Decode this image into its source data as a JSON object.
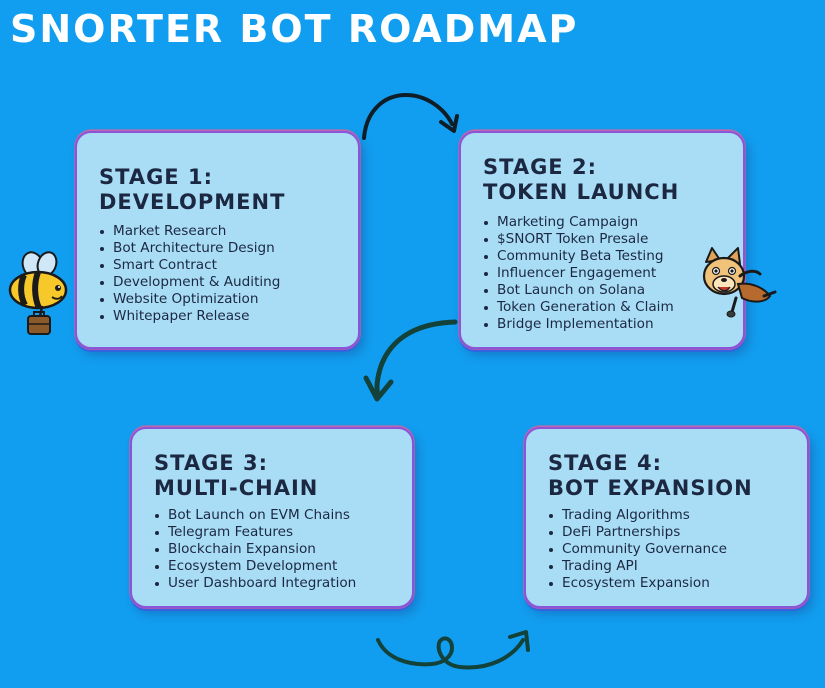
{
  "title": "SNORTER BOT ROADMAP",
  "stages": [
    {
      "title_line1": "STAGE 1:",
      "title_line2": "DEVELOPMENT",
      "items": [
        "Market Research",
        "Bot Architecture Design",
        "Smart Contract",
        "Development & Auditing",
        "Website Optimization",
        "Whitepaper Release"
      ]
    },
    {
      "title_line1": "STAGE 2:",
      "title_line2": "TOKEN LAUNCH",
      "items": [
        "Marketing Campaign",
        "$SNORT Token Presale",
        "Community Beta Testing",
        "Influencer Engagement",
        "Bot Launch on Solana",
        "Token Generation & Claim",
        "Bridge Implementation"
      ]
    },
    {
      "title_line1": "STAGE 3:",
      "title_line2": "MULTI-CHAIN",
      "items": [
        "Bot Launch on EVM Chains",
        "Telegram Features",
        "Blockchain Expansion",
        "Ecosystem Development",
        "User Dashboard Integration"
      ]
    },
    {
      "title_line1": "STAGE 4:",
      "title_line2": "BOT EXPANSION",
      "items": [
        "Trading Algorithms",
        "DeFi Partnerships",
        "Community Governance",
        "Trading API",
        "Ecosystem Expansion"
      ]
    }
  ],
  "icons": {
    "bee": "bee-mascot-icon",
    "dog": "dog-mascot-icon",
    "arrow": "curved-arrow-icon"
  },
  "colors": {
    "background": "#129ef0",
    "card": "#a9ddf6",
    "card_border": "#8a56d8",
    "text": "#1c2842",
    "title": "#ffffff",
    "arrow": "#0f1d26",
    "arrow_green": "#12423a",
    "bee_yellow": "#f7c82a"
  }
}
